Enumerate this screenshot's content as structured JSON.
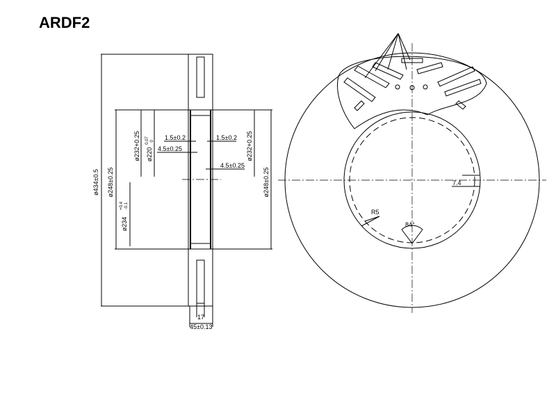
{
  "title": "ARDF2",
  "section_view": {
    "outer_diameter": "ø434±0.5",
    "diameter_248_left": "ø248±0.25",
    "diameter_234": "ø234",
    "diameter_234_tol_upper": "+0.4",
    "diameter_234_tol_lower": "-0.1",
    "diameter_232_left": "ø232+0.25",
    "diameter_220": "ø220",
    "diameter_220_tol_upper": "0.07",
    "diameter_220_tol_lower": "0",
    "chamfer_left": "1.5±0.2",
    "depth_left": "4.5±0.25",
    "chamfer_right": "1.5±0.2",
    "depth_right": "4.5±0.25",
    "diameter_232_right": "ø232+0.25",
    "diameter_248_right": "ø248±0.25",
    "vane_gap": "17",
    "thickness": "45±0.13"
  },
  "front_view": {
    "tooth_width": "7.4",
    "radius": "R5",
    "angle": "84°"
  }
}
